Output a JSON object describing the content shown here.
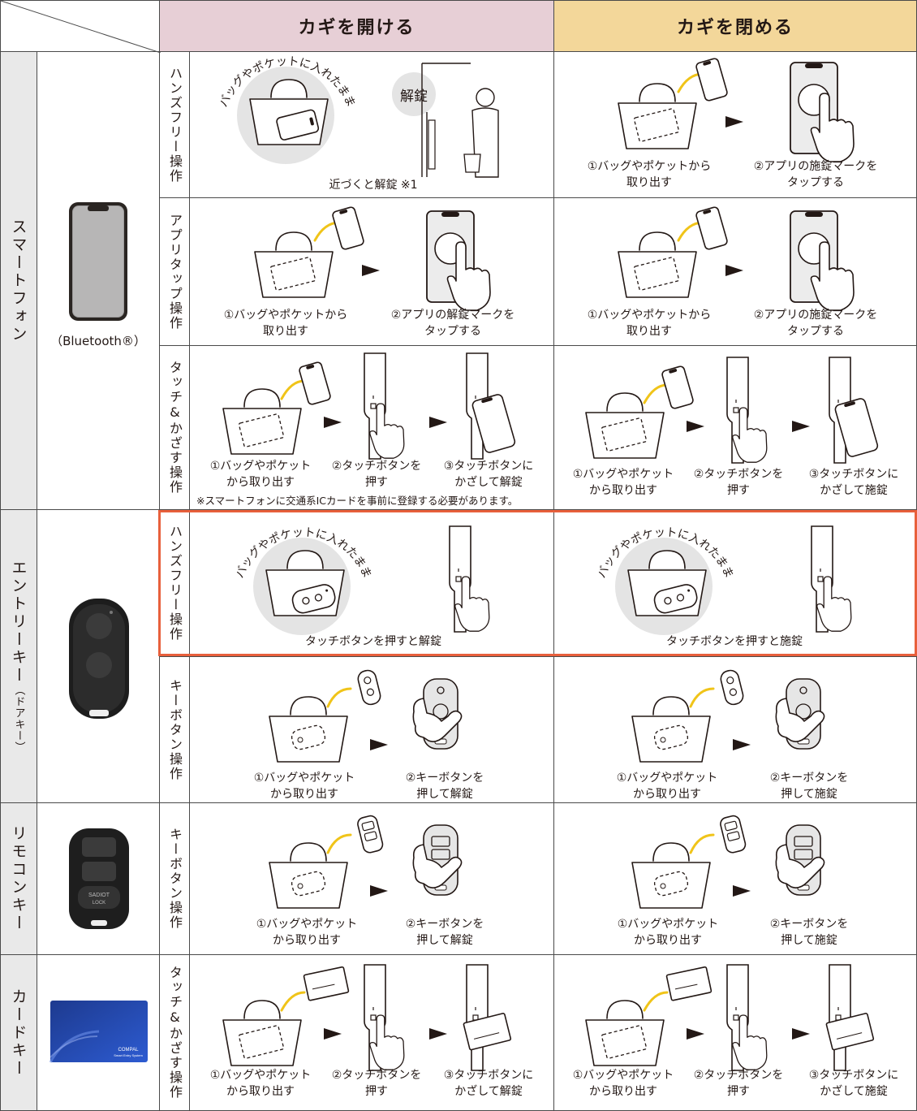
{
  "header": {
    "unlock": "カギを開ける",
    "lock": "カギを閉める",
    "unlock_bg": "#e7cfd6",
    "lock_bg": "#f3d79a"
  },
  "groups": [
    {
      "name": "スマートフォン",
      "device_label": "（Bluetooth®）"
    },
    {
      "name": "エントリーキー",
      "suffix": "（ドアキー）"
    },
    {
      "name": "リモコンキー"
    },
    {
      "name": "カードキー"
    }
  ],
  "modes": {
    "handsfree": "ハンズフリー操作",
    "apptap": "アプリタップ操作",
    "touch": "タッチ&かざす操作",
    "keybutton": "キーボタン操作"
  },
  "captions": {
    "bag_arc": "バッグやポケットに入れたまま",
    "kaijo_badge": "解錠",
    "approach_unlock": "近づくと解錠 ※1",
    "take_out": "①バッグやポケットから\n取り出す",
    "take_out2": "①バッグやポケット\nから取り出す",
    "app_lock_mark": "②アプリの施錠マークを\nタップする",
    "app_unlock_mark": "②アプリの解錠マークを\nタップする",
    "press_touch": "②タッチボタンを\n押す",
    "hold_unlock": "③タッチボタンに\nかざして解錠",
    "hold_lock": "③タッチボタンに\nかざして施錠",
    "touch_note": "※スマートフォンに交通系ICカードを事前に登録する必要があります。",
    "touch_press_unlock": "タッチボタンを押すと解錠",
    "touch_press_lock": "タッチボタンを押すと施錠",
    "key_press_unlock": "②キーボタンを\n押して解錠",
    "key_press_lock": "②キーボタンを\n押して施錠",
    "remote_logo_1": "SADIOT",
    "remote_logo_2": "LOCK",
    "card_logo_1": "COMPAL",
    "card_logo_2": "Smart Entry System"
  },
  "colors": {
    "highlight": "#e8603c",
    "arrow_yellow": "#f0c419",
    "grid": "#4a4a4a",
    "group_bg": "#e9e9e9"
  }
}
